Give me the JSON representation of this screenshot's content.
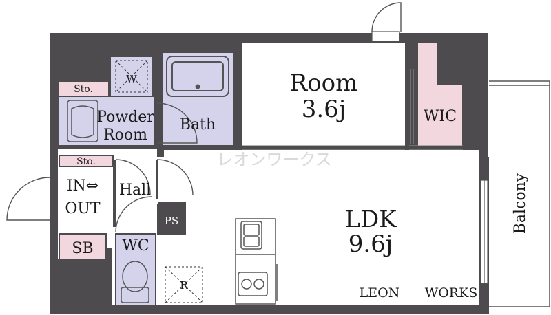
{
  "floorplan": {
    "rooms": {
      "room": {
        "name": "Room",
        "size": "3.6j"
      },
      "ldk": {
        "name": "LDK",
        "size": "9.6j"
      },
      "wic": {
        "name": "WIC"
      },
      "bath": {
        "name": "Bath"
      },
      "powder_room": {
        "line1": "Powder",
        "line2": "Room"
      },
      "washer": {
        "name": "W"
      },
      "storage_top": {
        "name": "Sto."
      },
      "storage_entry": {
        "name": "Sto."
      },
      "entrance": {
        "line1": "IN⇔",
        "line2": "OUT"
      },
      "shoe_box": {
        "name": "SB"
      },
      "hall": {
        "name": "Hall"
      },
      "pipe_space": {
        "name": "PS"
      },
      "toilet": {
        "name": "WC"
      },
      "refrigerator": {
        "name": "R"
      },
      "balcony": {
        "name": "Balcony"
      }
    },
    "watermark": "レオンワークス",
    "brand": {
      "left": "LEON",
      "right": "WORKS"
    },
    "colors": {
      "wall": "#4d4b4e",
      "wet_area": "#d5d3ec",
      "storage": "#f3d7df",
      "floor": "#ffffff",
      "line": "#333333"
    }
  }
}
